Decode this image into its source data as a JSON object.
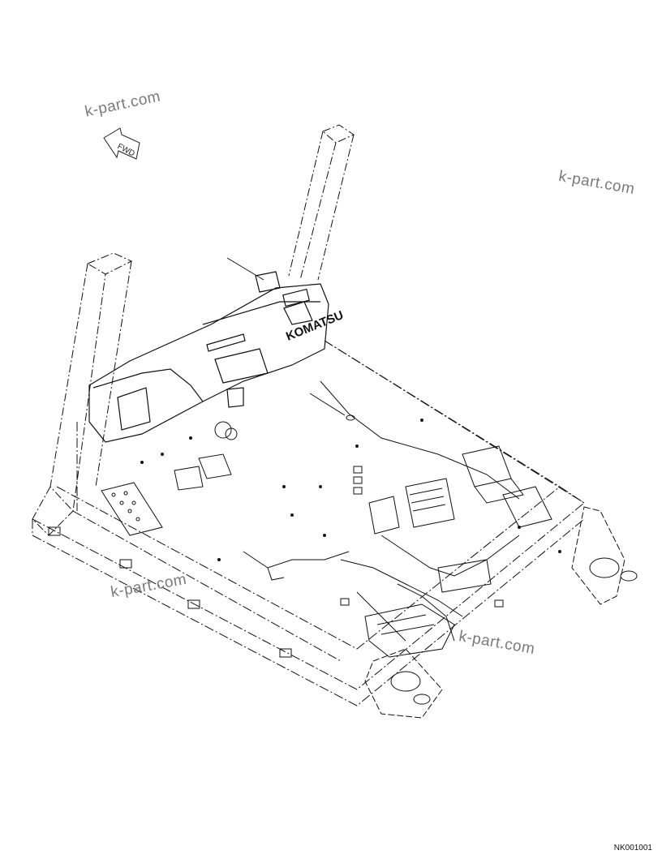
{
  "watermarks": [
    "k-part.com",
    "k-part.com",
    "k-part.com",
    "k-part.com"
  ],
  "fwd_label": "FWD",
  "brand_label": "KOMATSU",
  "drawing_code": "NK001001",
  "colors": {
    "line": "#111111",
    "watermark": "#7a7a7a",
    "background": "#ffffff"
  }
}
